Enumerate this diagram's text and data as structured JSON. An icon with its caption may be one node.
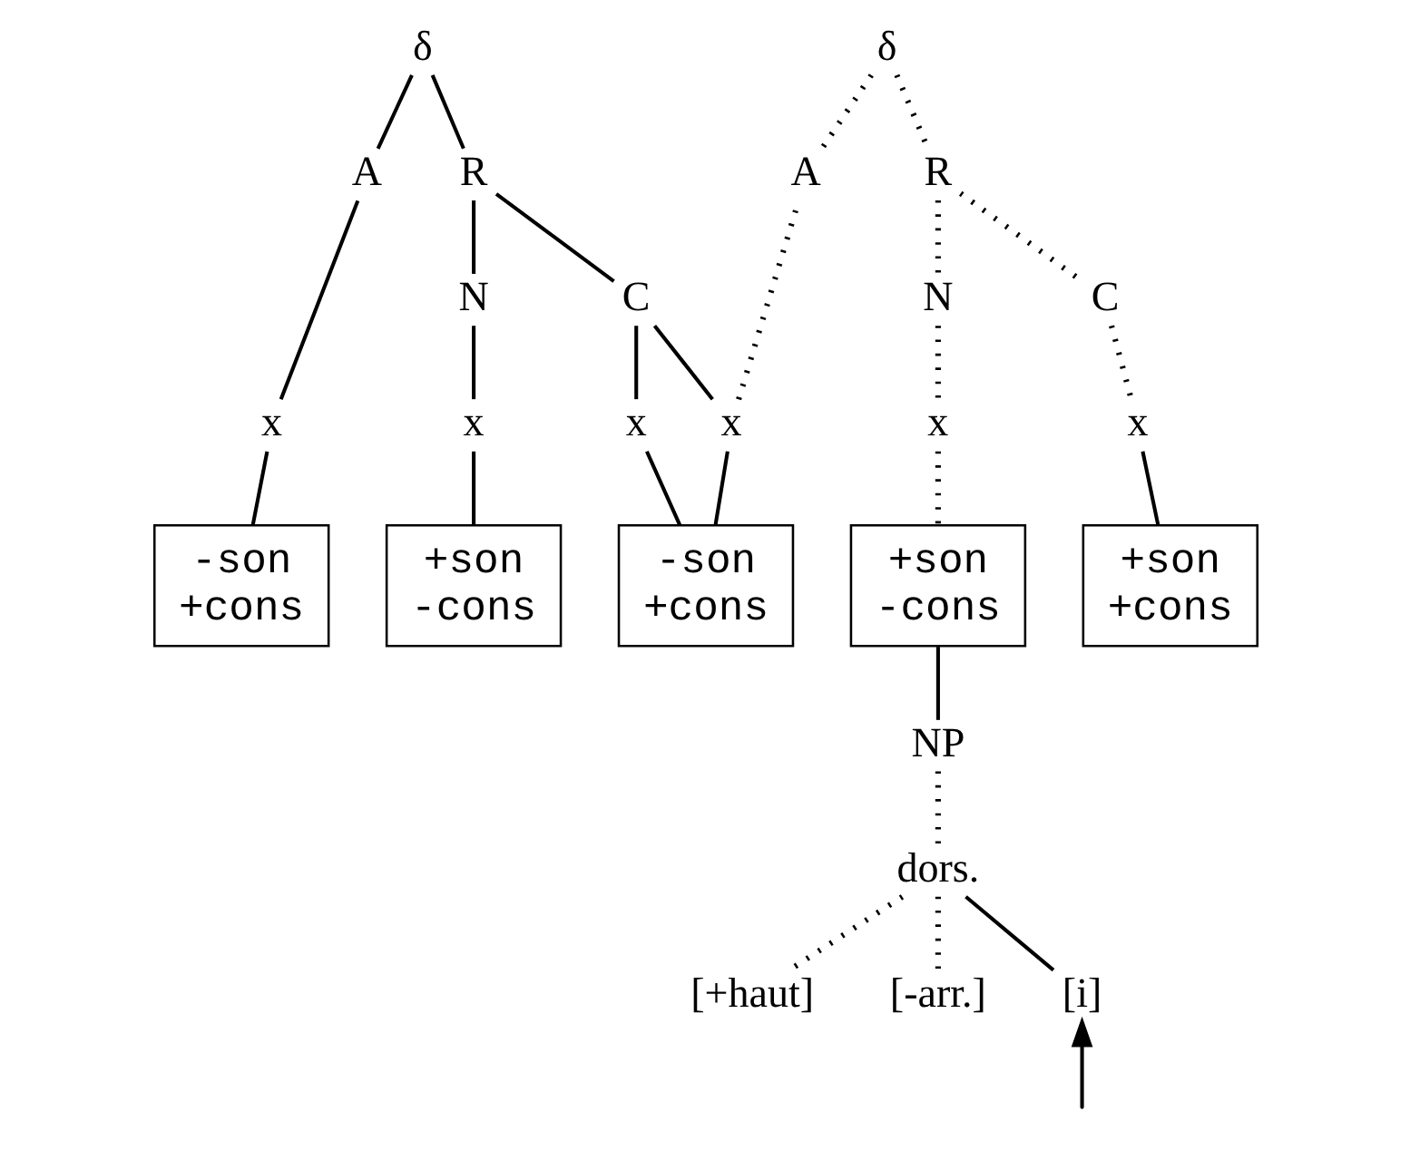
{
  "diagram": {
    "nodes": [
      {
        "text": [
          "δ"
        ]
      },
      {
        "text": [
          "A"
        ]
      },
      {
        "text": [
          "R"
        ]
      },
      {
        "text": [
          "N"
        ]
      },
      {
        "text": [
          "C"
        ]
      },
      {
        "text": [
          "x"
        ]
      },
      {
        "text": [
          "x"
        ]
      },
      {
        "text": [
          "x"
        ]
      },
      {
        "text": [
          "x"
        ]
      },
      {
        "text": [
          "-son",
          "+cons"
        ]
      },
      {
        "text": [
          "+son",
          "-cons"
        ]
      },
      {
        "text": [
          "-son",
          "+cons"
        ]
      },
      {
        "text": [
          "δ"
        ]
      },
      {
        "text": [
          "A"
        ]
      },
      {
        "text": [
          "R"
        ]
      },
      {
        "text": [
          "N"
        ]
      },
      {
        "text": [
          "C"
        ]
      },
      {
        "text": [
          "x"
        ]
      },
      {
        "text": [
          "x"
        ]
      },
      {
        "text": [
          "+son",
          "-cons"
        ]
      },
      {
        "text": [
          "+son",
          "+cons"
        ]
      },
      {
        "text": [
          "NP"
        ]
      },
      {
        "text": [
          "dors."
        ]
      },
      {
        "text": [
          "[+haut]"
        ]
      },
      {
        "text": [
          "[-arr.]"
        ]
      },
      {
        "text": [
          "[i]"
        ]
      }
    ],
    "edges": [
      {
        "from": 0,
        "to": 1,
        "arrow": "none"
      },
      {
        "from": 0,
        "to": 2,
        "arrow": "none"
      },
      {
        "from": 1,
        "to": 5,
        "arrow": "none"
      },
      {
        "from": 2,
        "to": 3,
        "arrow": "none"
      },
      {
        "from": 2,
        "to": 4,
        "arrow": "none"
      },
      {
        "from": 3,
        "to": 6,
        "arrow": "none"
      },
      {
        "from": 4,
        "to": 7,
        "arrow": "none"
      },
      {
        "from": 4,
        "to": 8,
        "arrow": "none"
      },
      {
        "from": 5,
        "to": 9,
        "arrow": "none"
      },
      {
        "from": 6,
        "to": 10,
        "arrow": "none"
      },
      {
        "from": 7,
        "to": 11,
        "arrow": "none"
      },
      {
        "from": 8,
        "to": 11,
        "arrow": "none"
      },
      {
        "from": 8,
        "to": 13,
        "arrow": "none",
        "style": "dashed"
      },
      {
        "from": 12,
        "to": 13,
        "arrow": "none",
        "style": "dashed"
      },
      {
        "from": 12,
        "to": 14,
        "arrow": "none",
        "style": "dashed"
      },
      {
        "from": 14,
        "to": 15,
        "arrow": "none",
        "style": "dashed"
      },
      {
        "from": 14,
        "to": 16,
        "arrow": "none",
        "style": "dashed"
      },
      {
        "from": 15,
        "to": 17,
        "arrow": "none",
        "style": "dashed"
      },
      {
        "from": 16,
        "to": 18,
        "arrow": "none",
        "style": "dashed"
      },
      {
        "from": 17,
        "to": 19,
        "arrow": "none",
        "style": "dashed"
      },
      {
        "from": 18,
        "to": 20,
        "arrow": "none"
      },
      {
        "from": 19,
        "to": 21,
        "arrow": "none"
      },
      {
        "from": 21,
        "to": 22,
        "arrow": "none",
        "style": "dashed"
      },
      {
        "from": 22,
        "to": 23,
        "arrow": "none",
        "style": "dashed"
      },
      {
        "from": 22,
        "to": 24,
        "arrow": "none",
        "style": "dashed"
      },
      {
        "from": 22,
        "to": 25,
        "arrow": "none"
      },
      {
        "from": null,
        "to": 25,
        "arrow": "to"
      }
    ]
  }
}
